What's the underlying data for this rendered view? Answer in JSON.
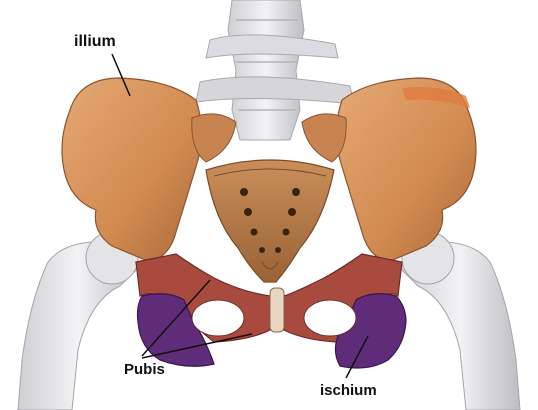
{
  "labels": {
    "illium": "illium",
    "pubis": "Pubis",
    "ischium": "ischium"
  },
  "colors": {
    "ilium": "#d9955a",
    "ilium_shadow": "#b8703a",
    "sacrum": "#c08450",
    "pubis": "#a84a3e",
    "ischium": "#5e2a78",
    "bone_white": "#e8e8ea",
    "bone_shadow": "#b9b9bd"
  }
}
